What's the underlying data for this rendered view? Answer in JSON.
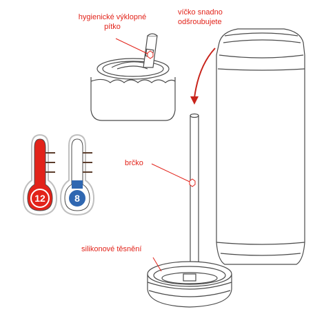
{
  "labels": {
    "flip_straw_line1": "hygienické výklopné",
    "flip_straw_line2": "pítko",
    "lid_line1": "víčko snadno",
    "lid_line2": "odšroubujete",
    "straw": "brčko",
    "seal": "silikonové těsnění"
  },
  "thermometers": {
    "hot": {
      "value": "12",
      "color": "#e2231a"
    },
    "cold": {
      "value": "8",
      "color": "#2f67b1"
    }
  },
  "colors": {
    "accent": "#e2231a",
    "outline": "#4a4a4a",
    "tick": "#5a3b2a"
  }
}
